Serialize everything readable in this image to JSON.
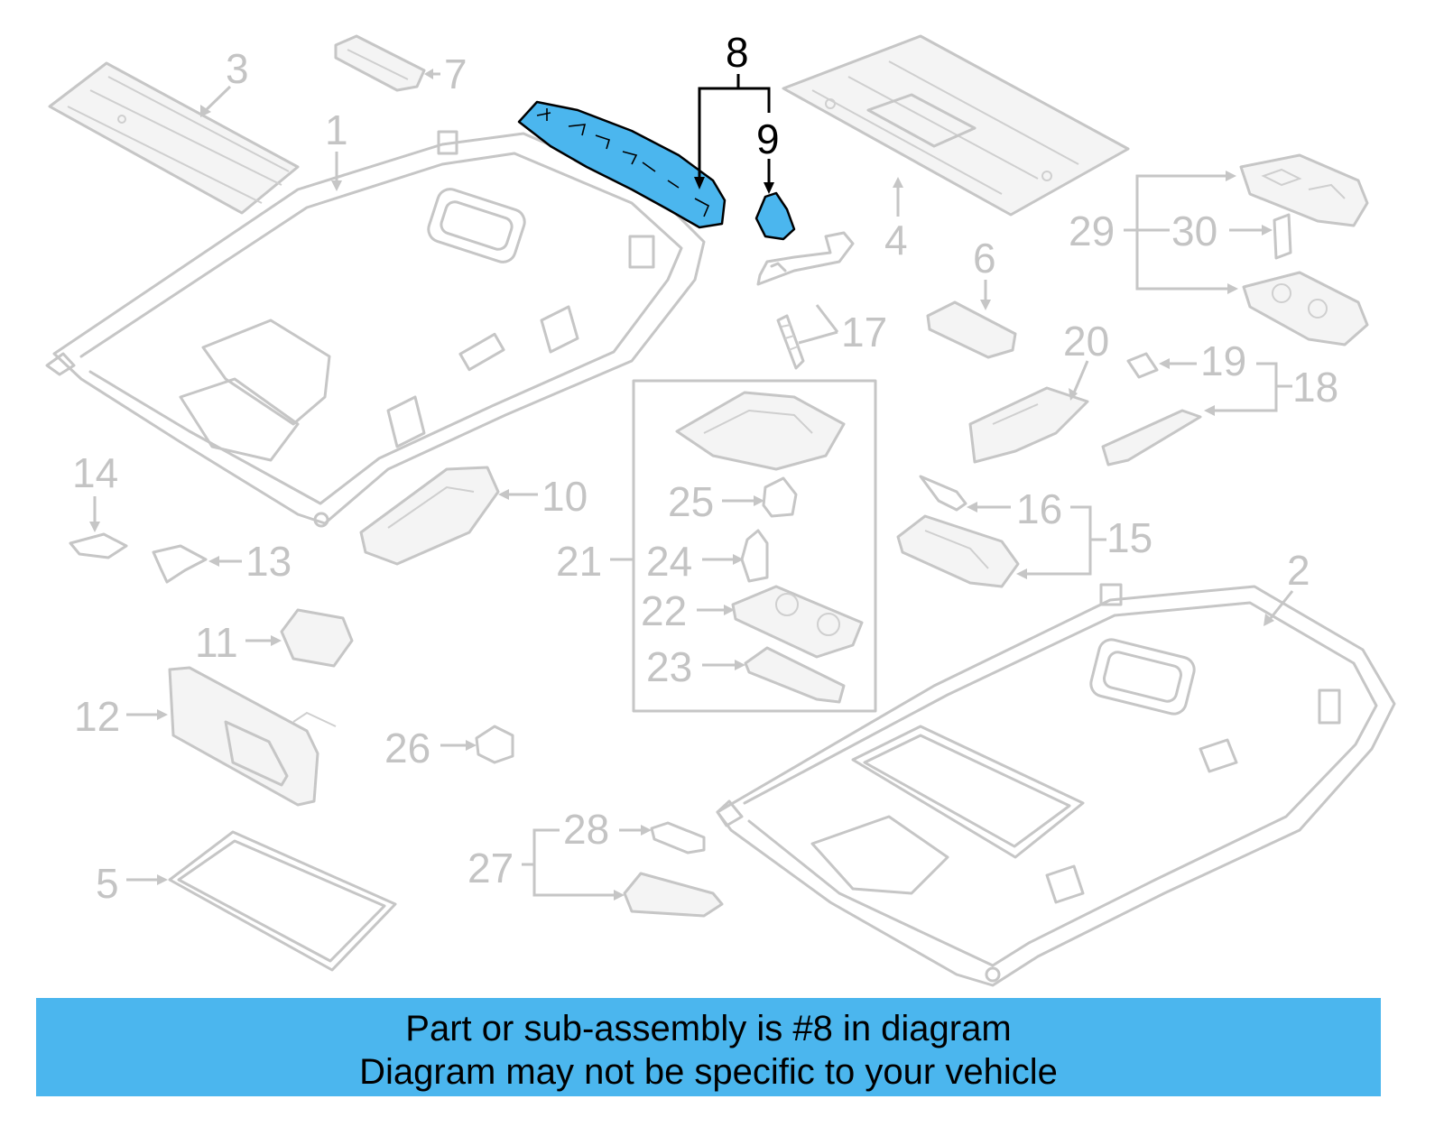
{
  "banner": {
    "line1": "Part or sub-assembly is #8 in diagram",
    "line2": "Diagram may not be specific to your vehicle"
  },
  "callouts": {
    "c1": "1",
    "c2": "2",
    "c3": "3",
    "c4": "4",
    "c5": "5",
    "c6": "6",
    "c7": "7",
    "c8": "8",
    "c9": "9",
    "c10": "10",
    "c11": "11",
    "c12": "12",
    "c13": "13",
    "c14": "14",
    "c15": "15",
    "c16": "16",
    "c17": "17",
    "c18": "18",
    "c19": "19",
    "c20": "20",
    "c21": "21",
    "c22": "22",
    "c23": "23",
    "c24": "24",
    "c25": "25",
    "c26": "26",
    "c27": "27",
    "c28": "28",
    "c29": "29",
    "c30": "30"
  },
  "highlight": {
    "part_number": "8",
    "color": "#4bb6ee"
  },
  "colors": {
    "inactive_line": "#c6c6c6",
    "active_line": "#000000",
    "banner": "#4bb6ee"
  }
}
